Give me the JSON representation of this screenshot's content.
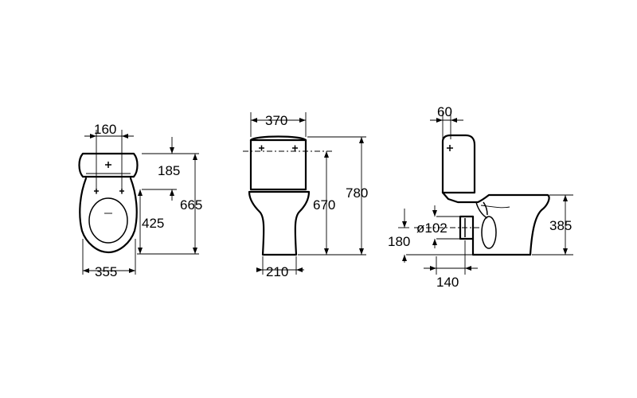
{
  "front_view": {
    "dims": {
      "seat_fixing_width": "160",
      "fixing_to_top": "185",
      "total_height": "665",
      "fixing_height": "425",
      "base_width": "355"
    }
  },
  "rear_view": {
    "dims": {
      "cistern_width": "370",
      "bowl_height": "670",
      "total_height": "780",
      "foot_width": "210"
    }
  },
  "side_view": {
    "dims": {
      "wall_offset": "60",
      "outlet_diameter": "ø102",
      "outlet_height": "180",
      "outlet_depth": "140",
      "rim_height": "385"
    }
  }
}
